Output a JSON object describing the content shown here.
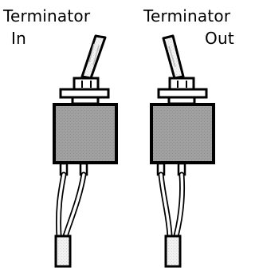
{
  "switches": [
    {
      "title_line1": "Terminator",
      "title_line2": "In",
      "lever_direction": "right"
    },
    {
      "title_line1": "Terminator",
      "title_line2": "Out",
      "lever_direction": "left"
    }
  ],
  "colors": {
    "body_fill": "#9a9a9a",
    "outline": "#000000",
    "background": "#ffffff",
    "wire_fill": "#ffffff",
    "plug_fill": "#e8e8e8"
  },
  "icons": {
    "switch": "toggle-switch-icon",
    "lever": "toggle-lever-icon",
    "wire": "wire-icon",
    "plug": "connector-plug-icon"
  }
}
